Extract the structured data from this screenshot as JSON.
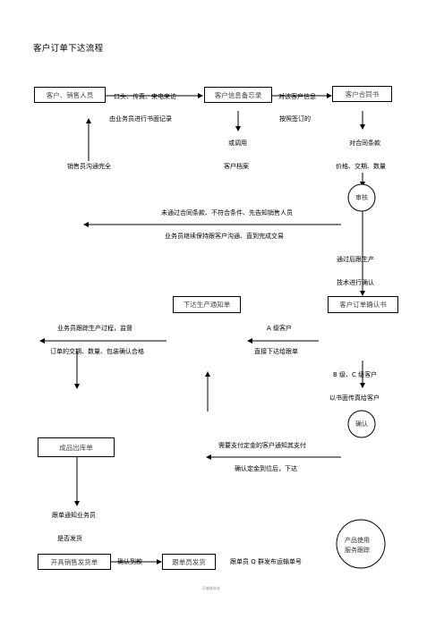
{
  "title": "客户订单下达流程",
  "boxes": {
    "customer_sales": "客户、销售人员",
    "customer_memo": "客户信息备忘录",
    "customer_contract": "客户合同书",
    "production_notice": "下达生产通知单",
    "order_confirm": "客户订单确认书",
    "finished_goods": "成品出库单",
    "sales_invoice": "开具销售发货单",
    "tracker_ship": "跟单员发货"
  },
  "circles": {
    "review": "审核",
    "confirm": "确认",
    "after_sales": [
      "产品使用",
      "服务跟踪"
    ]
  },
  "labels": {
    "oral_fax": "口头、传真、来电来访",
    "business_record": "由业务员进行书面记录",
    "sales_communicate": "销售员沟通完全",
    "sign_after_info": "对该客户信息",
    "sign_by": "按照签订的",
    "or_use": "或调用",
    "customer_file": "客户档案",
    "contract_terms": "对合同条款",
    "price_terms": "价格、交期、数量",
    "not_passed": "未通过合同条款、不符合条件、先告知销售人员",
    "keep_contact": "业务员继续保持跟客户沟通、直到完成交易",
    "after_pass": "通过后跟生产",
    "tech_confirm": "技术进行确认",
    "track_production": "业务员跟踪生产过程，监督",
    "order_qty_check": "订单的交期、数量、包装确认合格",
    "a_customer": "A 级客户",
    "direct_order": "直接下达给跟单",
    "bc_customer": "B 级、C 级客户",
    "fax_to_customer": "以书面传真给客户",
    "deposit_needed": "需要支付定金的客户通知其支付",
    "deposit_confirmed": "确认定金到位后，下达",
    "tracker_notify": "跟单通知业务员",
    "whether_ship": "是否发货",
    "confirm_payment": "确认到款",
    "tracker_q": "跟单员 Q 群发布运输单号"
  },
  "footer": "-可编辑修改-"
}
